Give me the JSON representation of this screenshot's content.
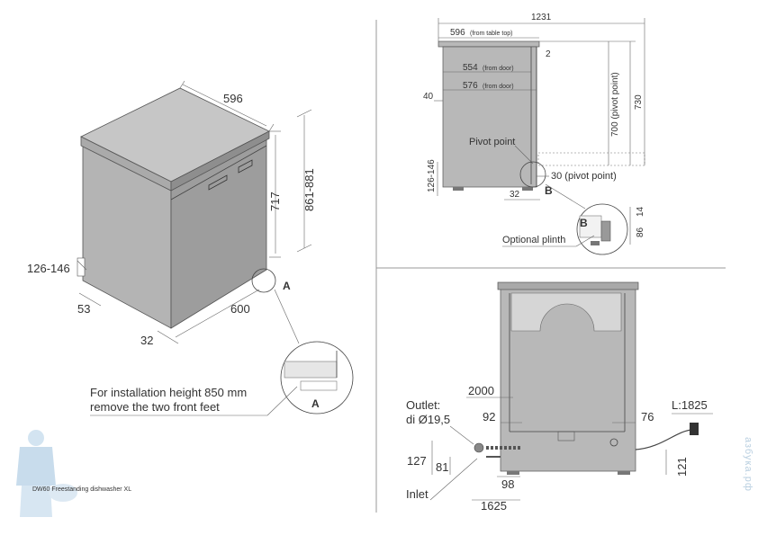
{
  "footer": {
    "product": "DW60 Freestanding dishwasher XL",
    "watermark": "азбука.рф"
  },
  "iso": {
    "width": "596",
    "height": "717",
    "height_range": "861-881",
    "plinth_height": "126-146",
    "plinth_depth": "53",
    "depth": "600",
    "foot_offset": "32",
    "detail_marker": "A"
  },
  "note": {
    "line1": "For installation height 850 mm",
    "line2": "remove the two front feet"
  },
  "side": {
    "total_depth": "1231",
    "top_width": "596",
    "top_width_note": "(from table top)",
    "gap_top": "2",
    "depth_from_door": "554",
    "depth_from_door_note": "(from door)",
    "depth_576": "576",
    "depth_576_note": "(from door)",
    "offset_40": "40",
    "height_700": "700 (pivot point)",
    "height_730": "730",
    "pivot_label": "Pivot point",
    "pivot_30": "30 (pivot point)",
    "plinth_height": "126-146",
    "foot_offset": "32",
    "detail_marker": "B",
    "plinth_label": "Optional plinth",
    "dim_14": "14",
    "dim_86": "86"
  },
  "rear": {
    "outlet_label": "Outlet:",
    "outlet_dia": "di Ø19,5",
    "hose_2000": "2000",
    "dim_92": "92",
    "dim_76": "76",
    "cable": "L:1825",
    "dim_127": "127",
    "dim_81": "81",
    "dim_98": "98",
    "dim_121": "121",
    "inlet_label": "Inlet",
    "hose_1625": "1625"
  }
}
